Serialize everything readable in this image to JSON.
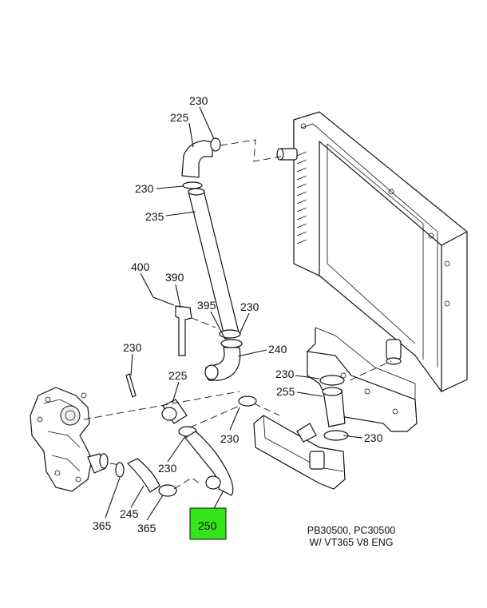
{
  "callouts": {
    "c230_top": "230",
    "c225_top": "225",
    "c230_upper": "230",
    "c235": "235",
    "c400": "400",
    "c390": "390",
    "c395": "395",
    "c230_mid": "230",
    "c240": "240",
    "c230_left": "230",
    "c225_mid": "225",
    "c230_tank_top": "230",
    "c255": "255",
    "c230_lower": "230",
    "c230_tank_bottom": "230",
    "c230_bottom": "230",
    "c365_left": "365",
    "c245": "245",
    "c365_right": "365",
    "c250": "250"
  },
  "highlight": {
    "part": "250",
    "color": "#33e61a"
  },
  "caption": {
    "line1": "PB30500, PC30500",
    "line2": "W/ VT365 V8 ENG"
  }
}
